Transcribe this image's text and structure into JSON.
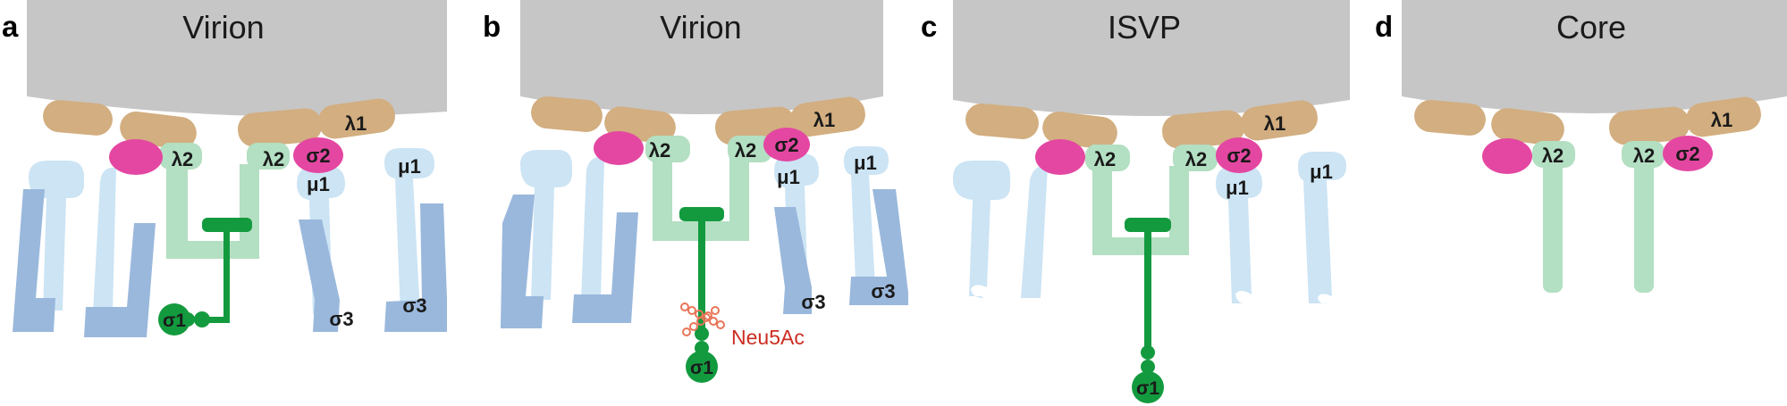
{
  "panels": [
    {
      "letter": "a",
      "title": "Virion"
    },
    {
      "letter": "b",
      "title": "Virion"
    },
    {
      "letter": "c",
      "title": "ISVP"
    },
    {
      "letter": "d",
      "title": "Core"
    }
  ],
  "protein_labels": {
    "lambda1": "λ1",
    "lambda2": "λ2",
    "sigma1": "σ1",
    "sigma2": "σ2",
    "sigma3": "σ3",
    "mu1": "μ1"
  },
  "glycan_label": "Neu5Ac",
  "colors": {
    "capsid": "#c6c6c6",
    "lambda1": "#d2ae80",
    "lambda2": "#b3dfc2",
    "sigma1": "#139a3f",
    "sigma2": "#e447a2",
    "sigma3": "#9ab8dc",
    "mu1": "#cce4f4",
    "neu5ac": "#cc2d22"
  }
}
